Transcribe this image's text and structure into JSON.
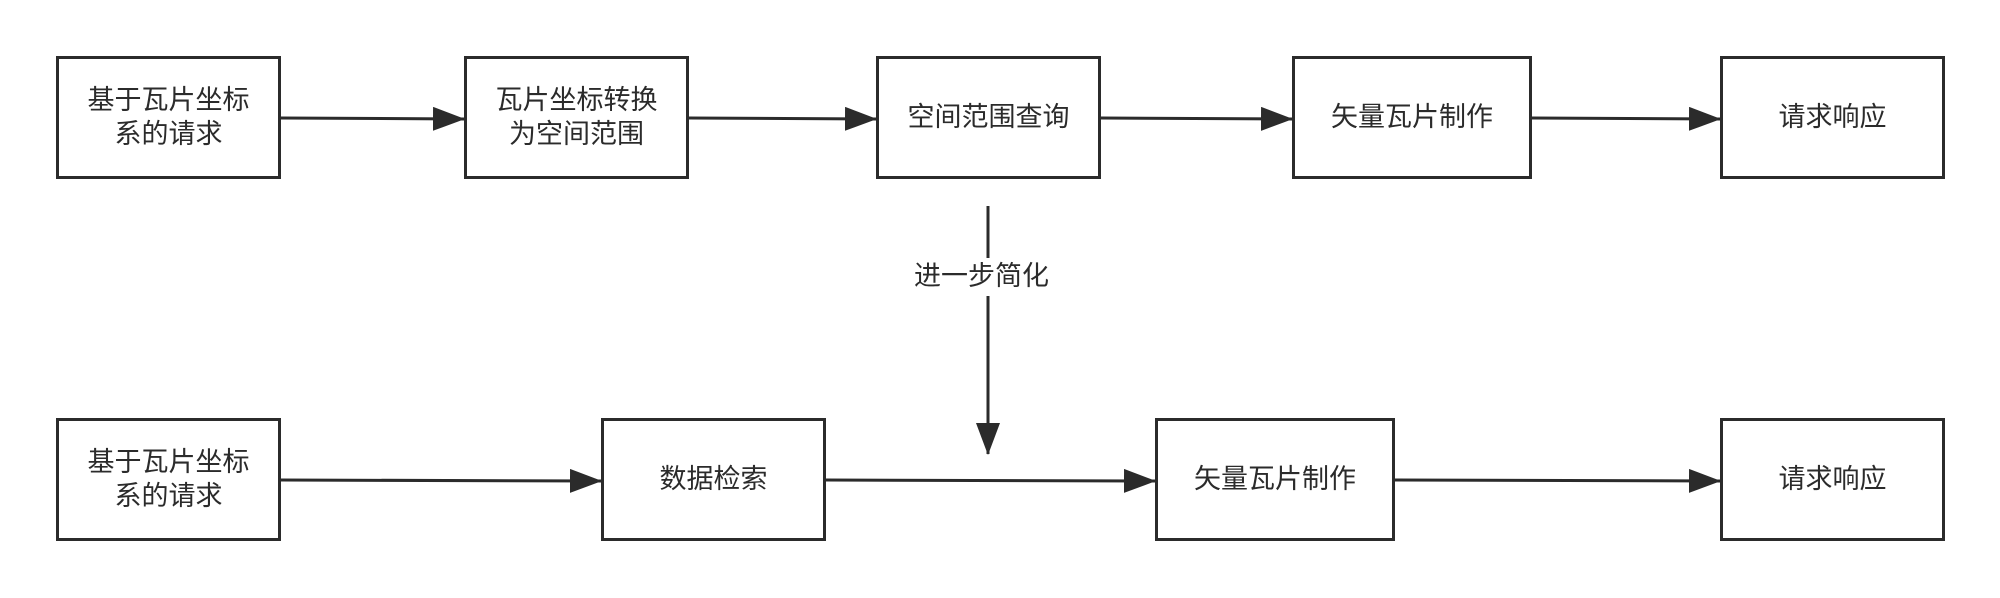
{
  "diagram": {
    "top_row": [
      {
        "id": "top-1",
        "label": "基于瓦片坐标\n系的请求"
      },
      {
        "id": "top-2",
        "label": "瓦片坐标转换\n为空间范围"
      },
      {
        "id": "top-3",
        "label": "空间范围查询"
      },
      {
        "id": "top-4",
        "label": "矢量瓦片制作"
      },
      {
        "id": "top-5",
        "label": "请求响应"
      }
    ],
    "bottom_row": [
      {
        "id": "bot-1",
        "label": "基于瓦片坐标\n系的请求"
      },
      {
        "id": "bot-2",
        "label": "数据检索"
      },
      {
        "id": "bot-3",
        "label": "矢量瓦片制作"
      },
      {
        "id": "bot-4",
        "label": "请求响应"
      }
    ],
    "edges": [
      {
        "from": "top-1",
        "to": "top-2"
      },
      {
        "from": "top-2",
        "to": "top-3"
      },
      {
        "from": "top-3",
        "to": "top-4"
      },
      {
        "from": "top-4",
        "to": "top-5"
      },
      {
        "from": "top-3",
        "to": "bottom-row",
        "label": "进一步简化"
      },
      {
        "from": "bot-1",
        "to": "bot-2"
      },
      {
        "from": "bot-2",
        "to": "bot-3"
      },
      {
        "from": "bot-3",
        "to": "bot-4"
      }
    ],
    "colors": {
      "stroke": "#2b2b2b",
      "background": "#ffffff"
    }
  }
}
